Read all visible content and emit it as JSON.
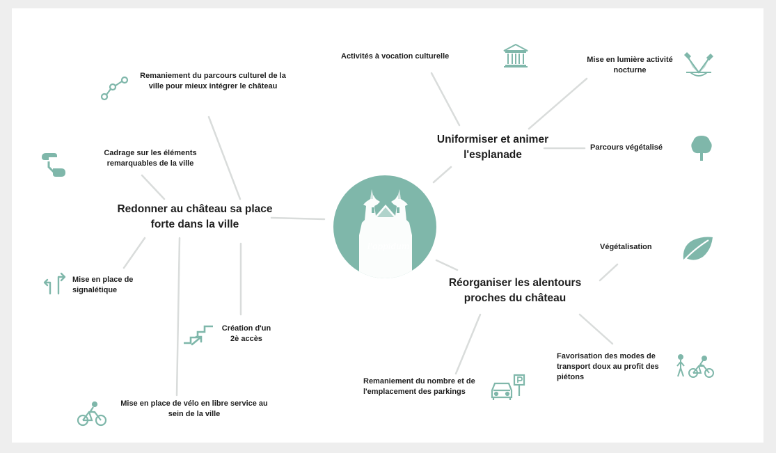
{
  "center": {
    "logo_text": "l'oppidum"
  },
  "themes": {
    "left": "Redonner au château sa place forte dans la ville",
    "top_right": "Uniformiser et animer l'esplanade",
    "bottom_right": "Réorganiser les alentours proches du château"
  },
  "items": {
    "parcours_culturel": "Remaniement du parcours culturel de la ville pour mieux intégrer le château",
    "cadrage": "Cadrage sur les éléments remarquables de la ville",
    "signaletique": "Mise en place de signalétique",
    "acces": "Création d'un 2è accès",
    "velo": "Mise en place de vélo en libre service au sein de la  ville",
    "activites": "Activités à vocation culturelle",
    "lumiere": "Mise en  lumière activité nocturne",
    "parcours_vegetalise": "Parcours végétalisé",
    "vegetalisation": "Végétalisation",
    "parkings": "Remaniement du nombre et de l'emplacement des parkings",
    "transport": "Favorisation des modes de transport doux au profit des piétons"
  },
  "icons": {
    "parcours_culturel": "route-nodes-icon",
    "cadrage": "pointing-hand-icon",
    "signaletique": "direction-arrows-icon",
    "acces": "stairs-arrow-icon",
    "velo": "cyclist-icon",
    "activites": "museum-icon",
    "lumiere": "spotlight-icon",
    "parcours_vegetalise": "tree-icon",
    "vegetalisation": "leaf-icon",
    "parkings": "car-parking-icon",
    "transport": "pedestrian-cyclist-icon"
  },
  "colors": {
    "accent": "#7fb7aa",
    "line": "#d9dcdb",
    "text": "#1e1e1e",
    "background": "#ffffff"
  }
}
